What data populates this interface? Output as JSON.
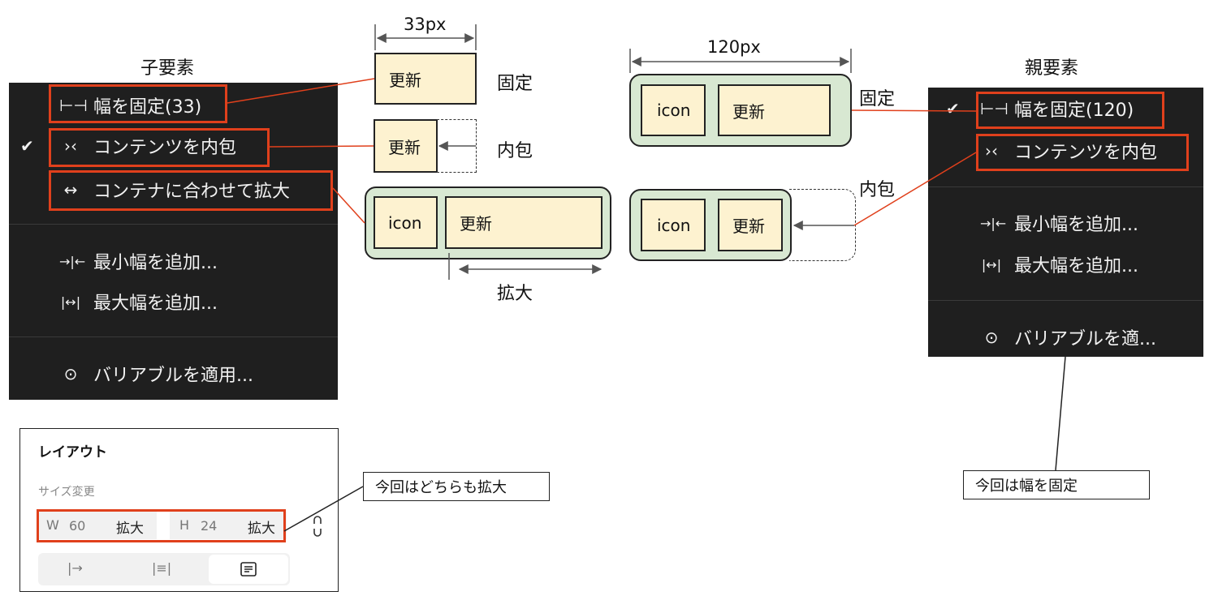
{
  "child_menu": {
    "title": "子要素",
    "items": [
      {
        "icon": "fixed-width-icon",
        "glyph": "⊢⊣",
        "label": "幅を固定(33)"
      },
      {
        "icon": "hug-contents-icon",
        "glyph": "›‹",
        "label": "コンテンツを内包",
        "checked": "✔"
      },
      {
        "icon": "fill-container-icon",
        "glyph": "↔",
        "label": "コンテナに合わせて拡大"
      },
      {
        "icon": "min-width-icon",
        "glyph": "→|←",
        "label": "最小幅を追加..."
      },
      {
        "icon": "max-width-icon",
        "glyph": "|↔|",
        "label": "最大幅を追加..."
      },
      {
        "icon": "variable-icon",
        "glyph": "⊙",
        "label": "バリアブルを適用..."
      }
    ]
  },
  "parent_menu": {
    "title": "親要素",
    "items": [
      {
        "icon": "fixed-width-icon",
        "glyph": "⊢⊣",
        "label": "幅を固定(120)",
        "checked": "✔"
      },
      {
        "icon": "hug-contents-icon",
        "glyph": "›‹",
        "label": "コンテンツを内包"
      },
      {
        "icon": "min-width-icon",
        "glyph": "→|←",
        "label": "最小幅を追加..."
      },
      {
        "icon": "max-width-icon",
        "glyph": "|↔|",
        "label": "最大幅を追加..."
      },
      {
        "icon": "variable-icon",
        "glyph": "⊙",
        "label": "バリアブルを適..."
      }
    ]
  },
  "child_diagram": {
    "width_label": "33px",
    "fixed_label": "固定",
    "hug_label": "内包",
    "fill_label": "拡大",
    "box_text": "更新",
    "icon_text": "icon"
  },
  "parent_diagram": {
    "width_label": "120px",
    "fixed_label": "固定",
    "hug_label": "内包",
    "box_text": "更新",
    "icon_text": "icon"
  },
  "layout_panel": {
    "title": "レイアウト",
    "subtitle": "サイズ変更",
    "w_label": "W",
    "w_value": "60",
    "w_mode": "拡大",
    "h_label": "H",
    "h_value": "24",
    "h_mode": "拡大"
  },
  "callouts": {
    "child": "今回はどちらも拡大",
    "parent": "今回は幅を固定"
  },
  "colors": {
    "menu_bg": "#1f1f1f",
    "highlight": "#e0401c",
    "yellow_box": "#fdf2d0",
    "green_container": "#d8e8d2"
  }
}
